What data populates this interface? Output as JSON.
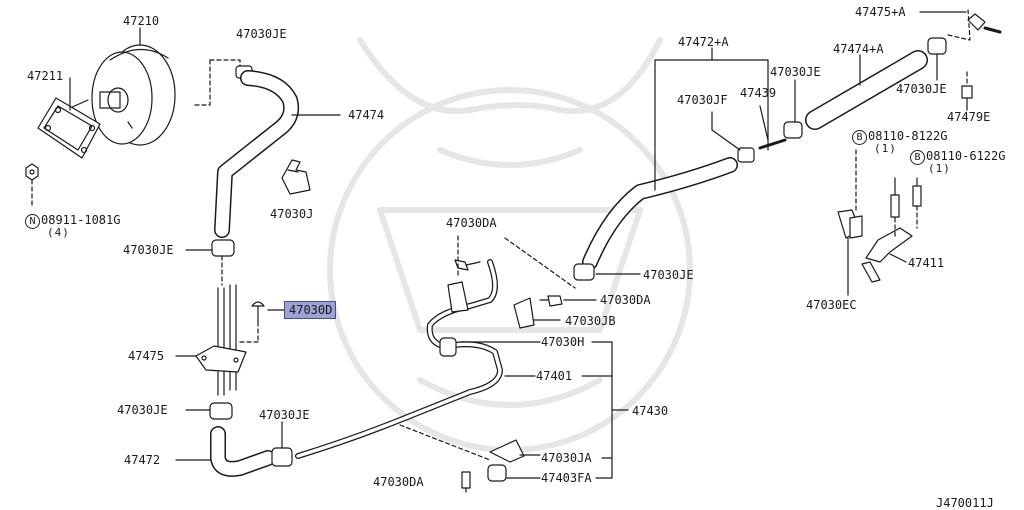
{
  "diagram_id": "J470011J",
  "labels": {
    "p47210": "47210",
    "p47211": "47211",
    "p47030JE_top": "47030JE",
    "p47474": "47474",
    "p47030J": "47030J",
    "nut_code": "08911-1081G",
    "nut_letter": "N",
    "nut_qty": "(4)",
    "p47030JE_mid": "47030JE",
    "p47030D": "47030D",
    "p47475": "47475",
    "p47030JE_low": "47030JE",
    "p47472": "47472",
    "p47030JE_bot": "47030JE",
    "p47030DA_top": "47030DA",
    "p47030DA_mid": "47030DA",
    "p47030JB": "47030JB",
    "p47030H": "47030H",
    "p47401": "47401",
    "p47430": "47430",
    "p47030JA": "47030JA",
    "p47403FA": "47403FA",
    "p47030DA_bot": "47030DA",
    "p47472A": "47472+A",
    "p47030JF": "47030JF",
    "p47439": "47439",
    "p47030JE_r1": "47030JE",
    "p47474A": "47474+A",
    "p47475A": "47475+A",
    "p47030JE_r2": "47030JE",
    "p47479E": "47479E",
    "bolt1_letter": "B",
    "bolt1_code": "08110-8122G",
    "bolt1_qty": "(1)",
    "bolt2_letter": "B",
    "bolt2_code": "08110-6122G",
    "bolt2_qty": "(1)",
    "p47030JE_r3": "47030JE",
    "p47411": "47411",
    "p47030EC": "47030EC"
  }
}
